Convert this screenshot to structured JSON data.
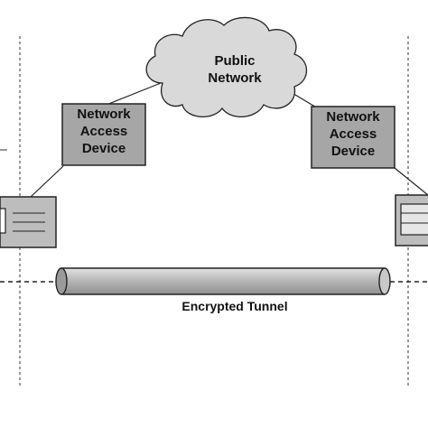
{
  "cloud": {
    "label_line1": "Public",
    "label_line2": "Network"
  },
  "nad_left": {
    "label_line1": "Network",
    "label_line2": "Access",
    "label_line3": "Device"
  },
  "nad_right": {
    "label_line1": "Network",
    "label_line2": "Access",
    "label_line3": "Device"
  },
  "tunnel": {
    "label": "Encrypted Tunnel"
  },
  "colors": {
    "box_fill": "#a6a6a6",
    "cloud_fill": "#d9d9d9",
    "tunnel_fill": "#b4b4b4",
    "stroke": "#222222"
  }
}
